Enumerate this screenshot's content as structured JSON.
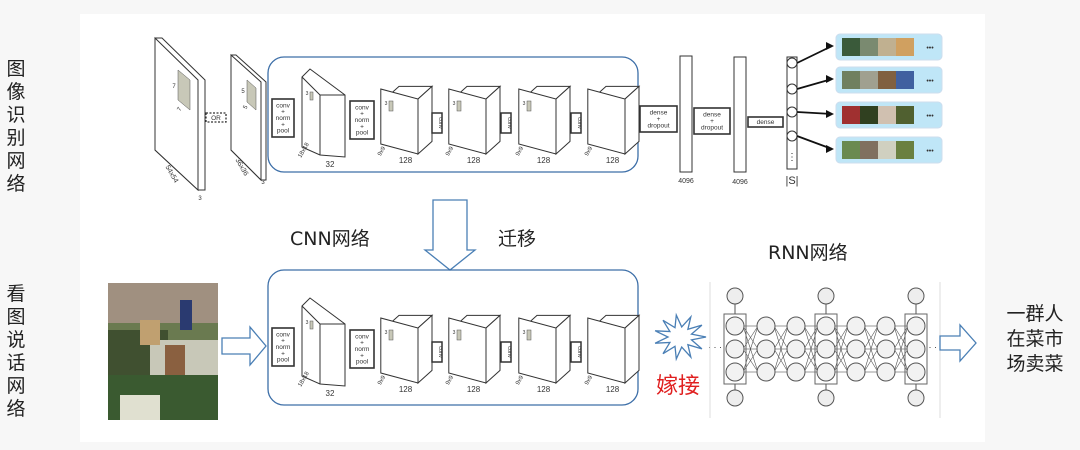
{
  "labels": {
    "image_recognition_network": "图像识别网络",
    "image_captioning_network": "看图说话网络",
    "cnn": "CNN网络",
    "transfer": "迁移",
    "rnn": "RNN网络",
    "graft": "嫁接",
    "caption_output": [
      "一群人",
      "在菜市",
      "场卖菜"
    ]
  },
  "cnn_diagram": {
    "input_large": {
      "size": "54x54",
      "depth": "3",
      "kernel": "7"
    },
    "or_label": "OR",
    "input_small": {
      "size": "36x36",
      "depth": "3",
      "kernel": "5"
    },
    "layer_op_main": [
      "conv",
      "+",
      "norm",
      "+",
      "pool"
    ],
    "layer1": {
      "size": "18x18",
      "depth": "32",
      "kernel": "3"
    },
    "layers": [
      {
        "size": "9x9",
        "depth": "128",
        "kernel": "3"
      },
      {
        "size": "9x9",
        "depth": "128",
        "kernel": "3"
      },
      {
        "size": "9x9",
        "depth": "128",
        "kernel": "3"
      },
      {
        "size": "9x9",
        "depth": "128"
      }
    ],
    "conv_label": "conv",
    "dense_dropout": [
      "dense",
      "+",
      "dropout"
    ],
    "dense": "dense",
    "fc_sizes": [
      "4096",
      "4096"
    ],
    "output_label": "|S|",
    "ellipsis": "•••"
  },
  "colors": {
    "frame": "#3d6fa8",
    "graft": "#e02020",
    "arrow_outline": "#4a7fb5",
    "thumb_bg": "#bfe6f7"
  }
}
